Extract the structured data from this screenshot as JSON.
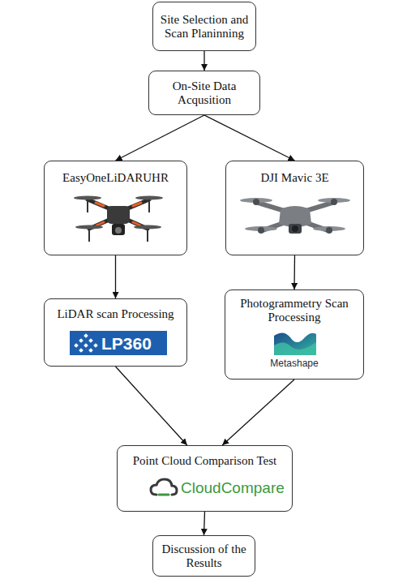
{
  "diagram": {
    "nodes": [
      {
        "text": [
          "Site Selection and Scan Planinning"
        ]
      },
      {
        "text": [
          "On-Site Data Acqusition"
        ]
      },
      {
        "text": [
          "EasyOneLiDARUHR"
        ]
      },
      {
        "text": [
          "DJI Mavic 3E"
        ]
      },
      {
        "text": [
          "LiDAR scan Processing",
          "LP360"
        ]
      },
      {
        "text": [
          "Photogrammetry Scan Processing",
          "Metashape"
        ]
      },
      {
        "text": [
          "Point Cloud Comparison Test",
          "CloudCompare"
        ]
      },
      {
        "text": [
          "Discussion of the Results"
        ]
      }
    ],
    "edges": [
      {
        "from": 0,
        "to": 1,
        "arrow": "to"
      },
      {
        "from": 1,
        "to": 2,
        "arrow": "to"
      },
      {
        "from": 1,
        "to": 3,
        "arrow": "to"
      },
      {
        "from": 2,
        "to": 4,
        "arrow": "to"
      },
      {
        "from": 3,
        "to": 5,
        "arrow": "to"
      },
      {
        "from": 4,
        "to": 6,
        "arrow": "to"
      },
      {
        "from": 5,
        "to": 6,
        "arrow": "to"
      },
      {
        "from": 6,
        "to": 7,
        "arrow": "to"
      }
    ]
  }
}
